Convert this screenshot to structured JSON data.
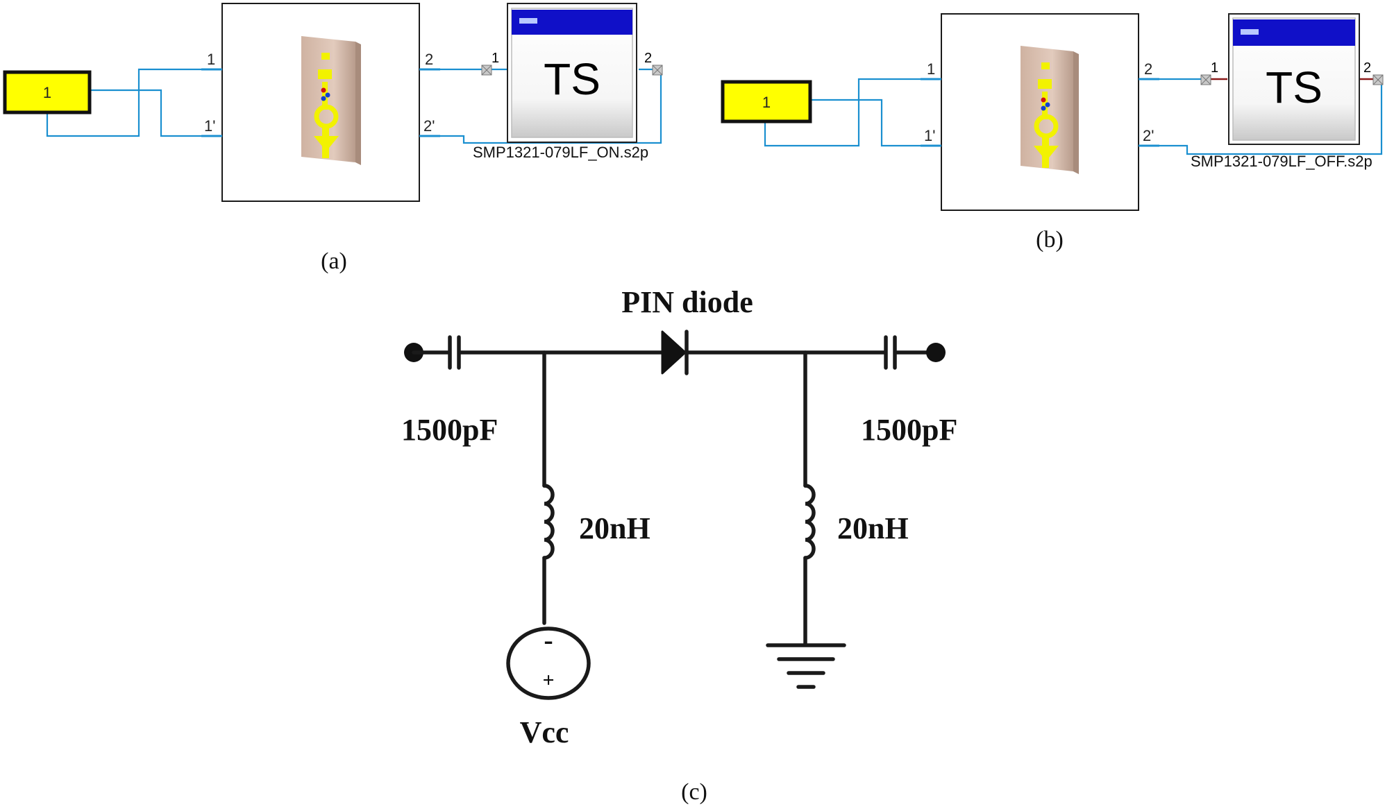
{
  "panel_a": {
    "port_label": "1",
    "pin_1": "1",
    "pin_1p": "1'",
    "pin_2": "2",
    "pin_2p": "2'",
    "ts_text": "TS",
    "ts_port_left": "1",
    "ts_port_right": "2",
    "file_name": "SMP1321-079LF_ON.s2p",
    "caption": "(a)"
  },
  "panel_b": {
    "port_label": "1",
    "pin_1": "1",
    "pin_1p": "1'",
    "pin_2": "2",
    "pin_2p": "2'",
    "ts_text": "TS",
    "ts_port_left": "1",
    "ts_port_right": "2",
    "file_name": "SMP1321-079LF_OFF.s2p",
    "caption": "(b)"
  },
  "panel_c": {
    "diode_label": "PIN diode",
    "cap_left": "1500pF",
    "cap_right": "1500pF",
    "ind_left": "20nH",
    "ind_right": "20nH",
    "source_minus": "-",
    "source_plus": "+",
    "source_label": "Vcc",
    "caption": "(c)"
  },
  "colors": {
    "wire": "#1a8fd0",
    "port_fill": "#ffff00",
    "pcb_board": "#d9bfae",
    "pcb_trace": "#f2f200",
    "ts_titlebar": "#1010c8"
  }
}
